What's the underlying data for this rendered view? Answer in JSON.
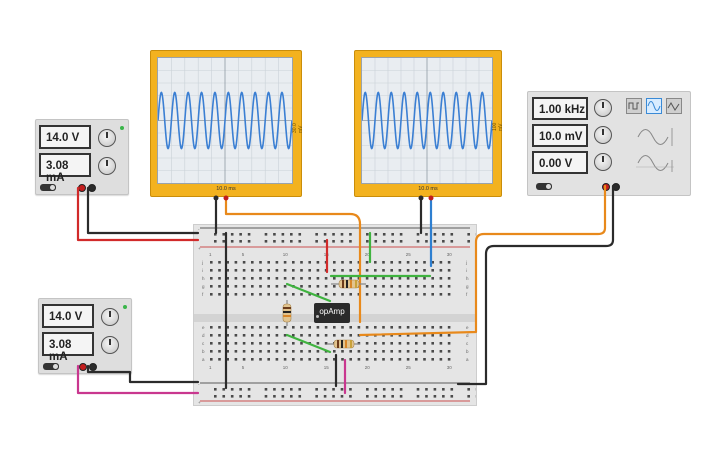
{
  "power_supply_top": {
    "voltage": "14.0 V",
    "current": "3.08 mA"
  },
  "power_supply_bottom": {
    "voltage": "14.0 V",
    "current": "3.08 mA"
  },
  "oscilloscope_left": {
    "timebase": "10.0 ms",
    "vdiv": "30.0 mV"
  },
  "oscilloscope_right": {
    "timebase": "10.0 ms",
    "vdiv": "100 mV"
  },
  "function_generator": {
    "frequency": "1.00 kHz",
    "amplitude": "10.0 mV",
    "offset": "0.00 V",
    "waveforms": [
      "square",
      "sine",
      "triangle"
    ],
    "selected_waveform": "sine"
  },
  "chip": {
    "label": "opAmp"
  },
  "breadboard": {
    "column_numbers": [
      "1",
      "5",
      "10",
      "15",
      "20",
      "25",
      "30"
    ],
    "row_letters_top": [
      "j",
      "i",
      "h",
      "g",
      "f"
    ],
    "row_letters_bottom": [
      "e",
      "d",
      "c",
      "b",
      "a"
    ]
  },
  "colors": {
    "wire_red": "#d12a2a",
    "wire_black": "#2b2b2b",
    "wire_orange": "#e8891b",
    "wire_green": "#3fb33f",
    "wire_blue": "#2e7fd0",
    "wire_pink": "#c9378f",
    "scope_body": "#f3b21f",
    "trace": "#3b7fd3"
  }
}
